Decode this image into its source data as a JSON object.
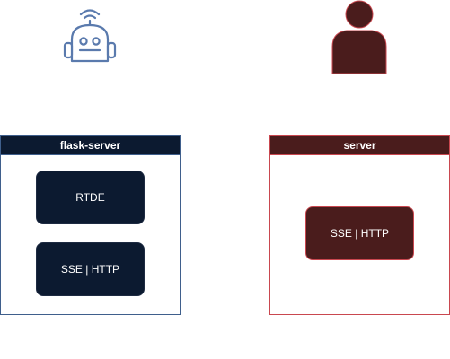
{
  "colors": {
    "robot_stroke": "#5a7aad",
    "flask_border": "#3f5f8c",
    "flask_fill": "#0c1a30",
    "server_border": "#c9474f",
    "server_fill": "#4a1c1c"
  },
  "icons": {
    "robot": "robot-icon",
    "user": "user-icon"
  },
  "flask_server": {
    "title": "flask-server",
    "boxes": [
      {
        "label": "RTDE"
      },
      {
        "label": "SSE | HTTP"
      }
    ]
  },
  "server": {
    "title": "server",
    "boxes": [
      {
        "label": "SSE | HTTP"
      }
    ]
  }
}
